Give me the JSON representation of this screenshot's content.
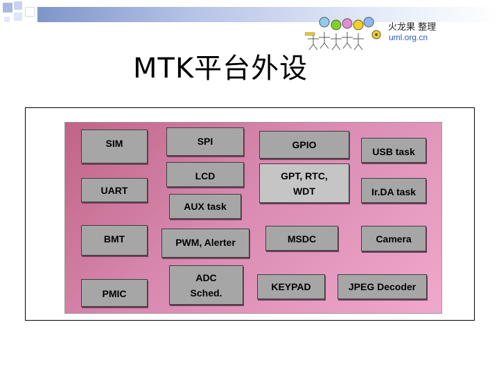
{
  "slide": {
    "title": "MTK平台外设",
    "logo": {
      "name_cn": "火龙果 整理",
      "url": "uml.org.cn"
    }
  },
  "diagram": {
    "modules": {
      "sim": "SIM",
      "spi": "SPI",
      "gpio": "GPIO",
      "usb_task": "USB task",
      "lcd": "LCD",
      "gpt_rtc_line1": "GPT, RTC,",
      "gpt_rtc_line2": "WDT",
      "uart": "UART",
      "irda_task": "Ir.DA task",
      "aux_task": "AUX task",
      "bmt": "BMT",
      "pwm_alerter": "PWM, Alerter",
      "msdc": "MSDC",
      "camera": "Camera",
      "adc_line1": "ADC",
      "adc_line2": "Sched.",
      "keypad": "KEYPAD",
      "jpeg_decoder": "JPEG Decoder",
      "pmic": "PMIC"
    },
    "colors": {
      "panel_start": "#c06487",
      "panel_end": "#f0a8cc",
      "module_fill": "#a6a6a6",
      "module_fill_light": "#c5c5c5",
      "module_border": "#3d3d3d"
    }
  }
}
